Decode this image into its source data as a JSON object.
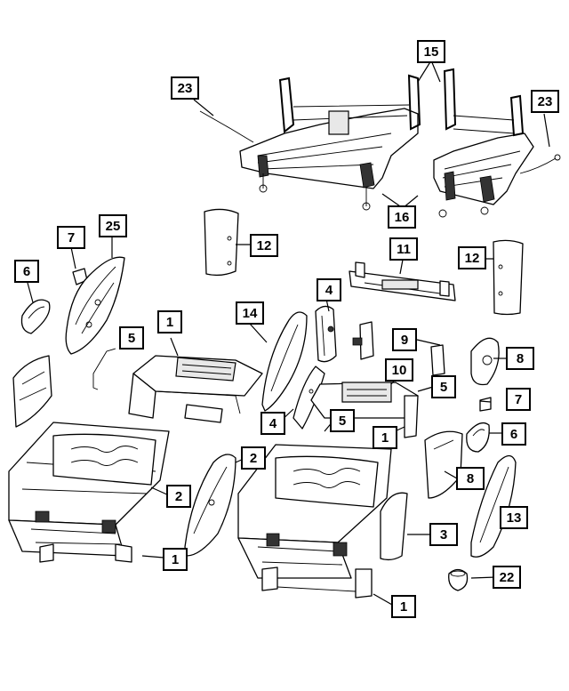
{
  "callouts": [
    {
      "label": "15"
    },
    {
      "label": "23"
    },
    {
      "label": "23"
    },
    {
      "label": "16"
    },
    {
      "label": "7"
    },
    {
      "label": "25"
    },
    {
      "label": "12"
    },
    {
      "label": "11"
    },
    {
      "label": "12"
    },
    {
      "label": "6"
    },
    {
      "label": "4"
    },
    {
      "label": "14"
    },
    {
      "label": "1"
    },
    {
      "label": "5"
    },
    {
      "label": "9"
    },
    {
      "label": "8"
    },
    {
      "label": "10"
    },
    {
      "label": "5"
    },
    {
      "label": "7"
    },
    {
      "label": "4"
    },
    {
      "label": "5"
    },
    {
      "label": "1"
    },
    {
      "label": "6"
    },
    {
      "label": "2"
    },
    {
      "label": "2"
    },
    {
      "label": "8"
    },
    {
      "label": "13"
    },
    {
      "label": "3"
    },
    {
      "label": "1"
    },
    {
      "label": "22"
    },
    {
      "label": "1"
    }
  ]
}
